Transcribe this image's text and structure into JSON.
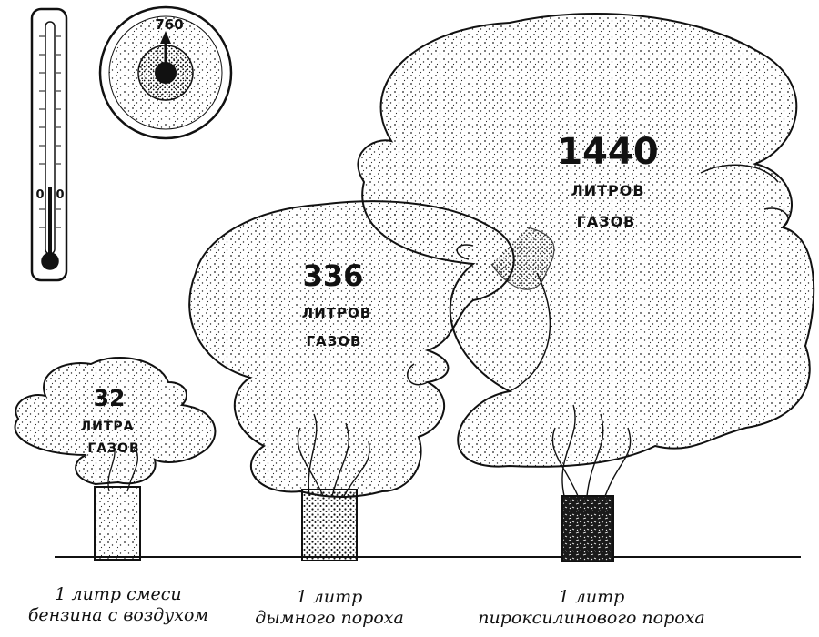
{
  "barometer": {
    "reading": "760"
  },
  "thermometer": {
    "reading": "0"
  },
  "clouds": [
    {
      "amount": "32",
      "unit_line1": "ЛИТРА",
      "unit_line2": "ГАЗОВ"
    },
    {
      "amount": "336",
      "unit_line1": "ЛИТРОВ",
      "unit_line2": "ГАЗОВ"
    },
    {
      "amount": "1440",
      "unit_line1": "ЛИТРОВ",
      "unit_line2": "ГАЗОВ"
    }
  ],
  "captions": [
    {
      "line1": "1 литр смеси",
      "line2": "бензина с воздухом"
    },
    {
      "line1": "1 литр",
      "line2": "дымного пороха"
    },
    {
      "line1": "1 литр",
      "line2": "пироксилинового пороха"
    }
  ]
}
